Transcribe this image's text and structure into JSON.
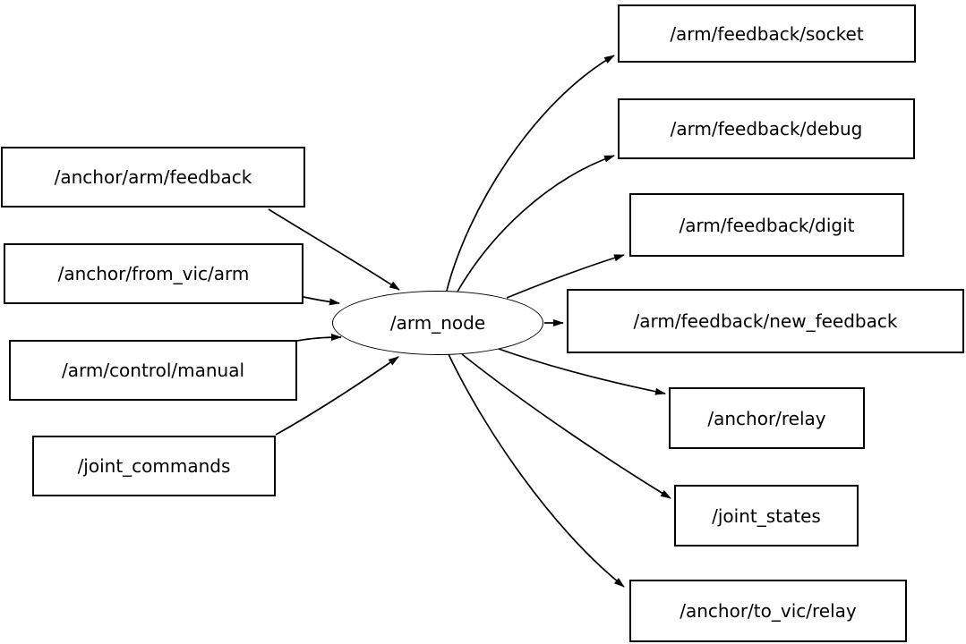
{
  "graph": {
    "node": {
      "label": "/arm_node"
    },
    "input_topics": [
      {
        "label": "/anchor/arm/feedback"
      },
      {
        "label": "/anchor/from_vic/arm"
      },
      {
        "label": "/arm/control/manual"
      },
      {
        "label": "/joint_commands"
      }
    ],
    "output_topics": [
      {
        "label": "/arm/feedback/socket"
      },
      {
        "label": "/arm/feedback/debug"
      },
      {
        "label": "/arm/feedback/digit"
      },
      {
        "label": "/arm/feedback/new_feedback"
      },
      {
        "label": "/anchor/relay"
      },
      {
        "label": "/joint_states"
      },
      {
        "label": "/anchor/to_vic/relay"
      }
    ],
    "edges": [
      {
        "from": "/anchor/arm/feedback",
        "to": "/arm_node"
      },
      {
        "from": "/anchor/from_vic/arm",
        "to": "/arm_node"
      },
      {
        "from": "/arm/control/manual",
        "to": "/arm_node"
      },
      {
        "from": "/joint_commands",
        "to": "/arm_node"
      },
      {
        "from": "/arm_node",
        "to": "/arm/feedback/socket"
      },
      {
        "from": "/arm_node",
        "to": "/arm/feedback/debug"
      },
      {
        "from": "/arm_node",
        "to": "/arm/feedback/digit"
      },
      {
        "from": "/arm_node",
        "to": "/arm/feedback/new_feedback"
      },
      {
        "from": "/arm_node",
        "to": "/anchor/relay"
      },
      {
        "from": "/arm_node",
        "to": "/joint_states"
      },
      {
        "from": "/arm_node",
        "to": "/anchor/to_vic/relay"
      }
    ],
    "colors": {
      "background": "#ffffff",
      "stroke": "#000000",
      "node_fill": "#ffffff",
      "text": "#000000"
    }
  }
}
